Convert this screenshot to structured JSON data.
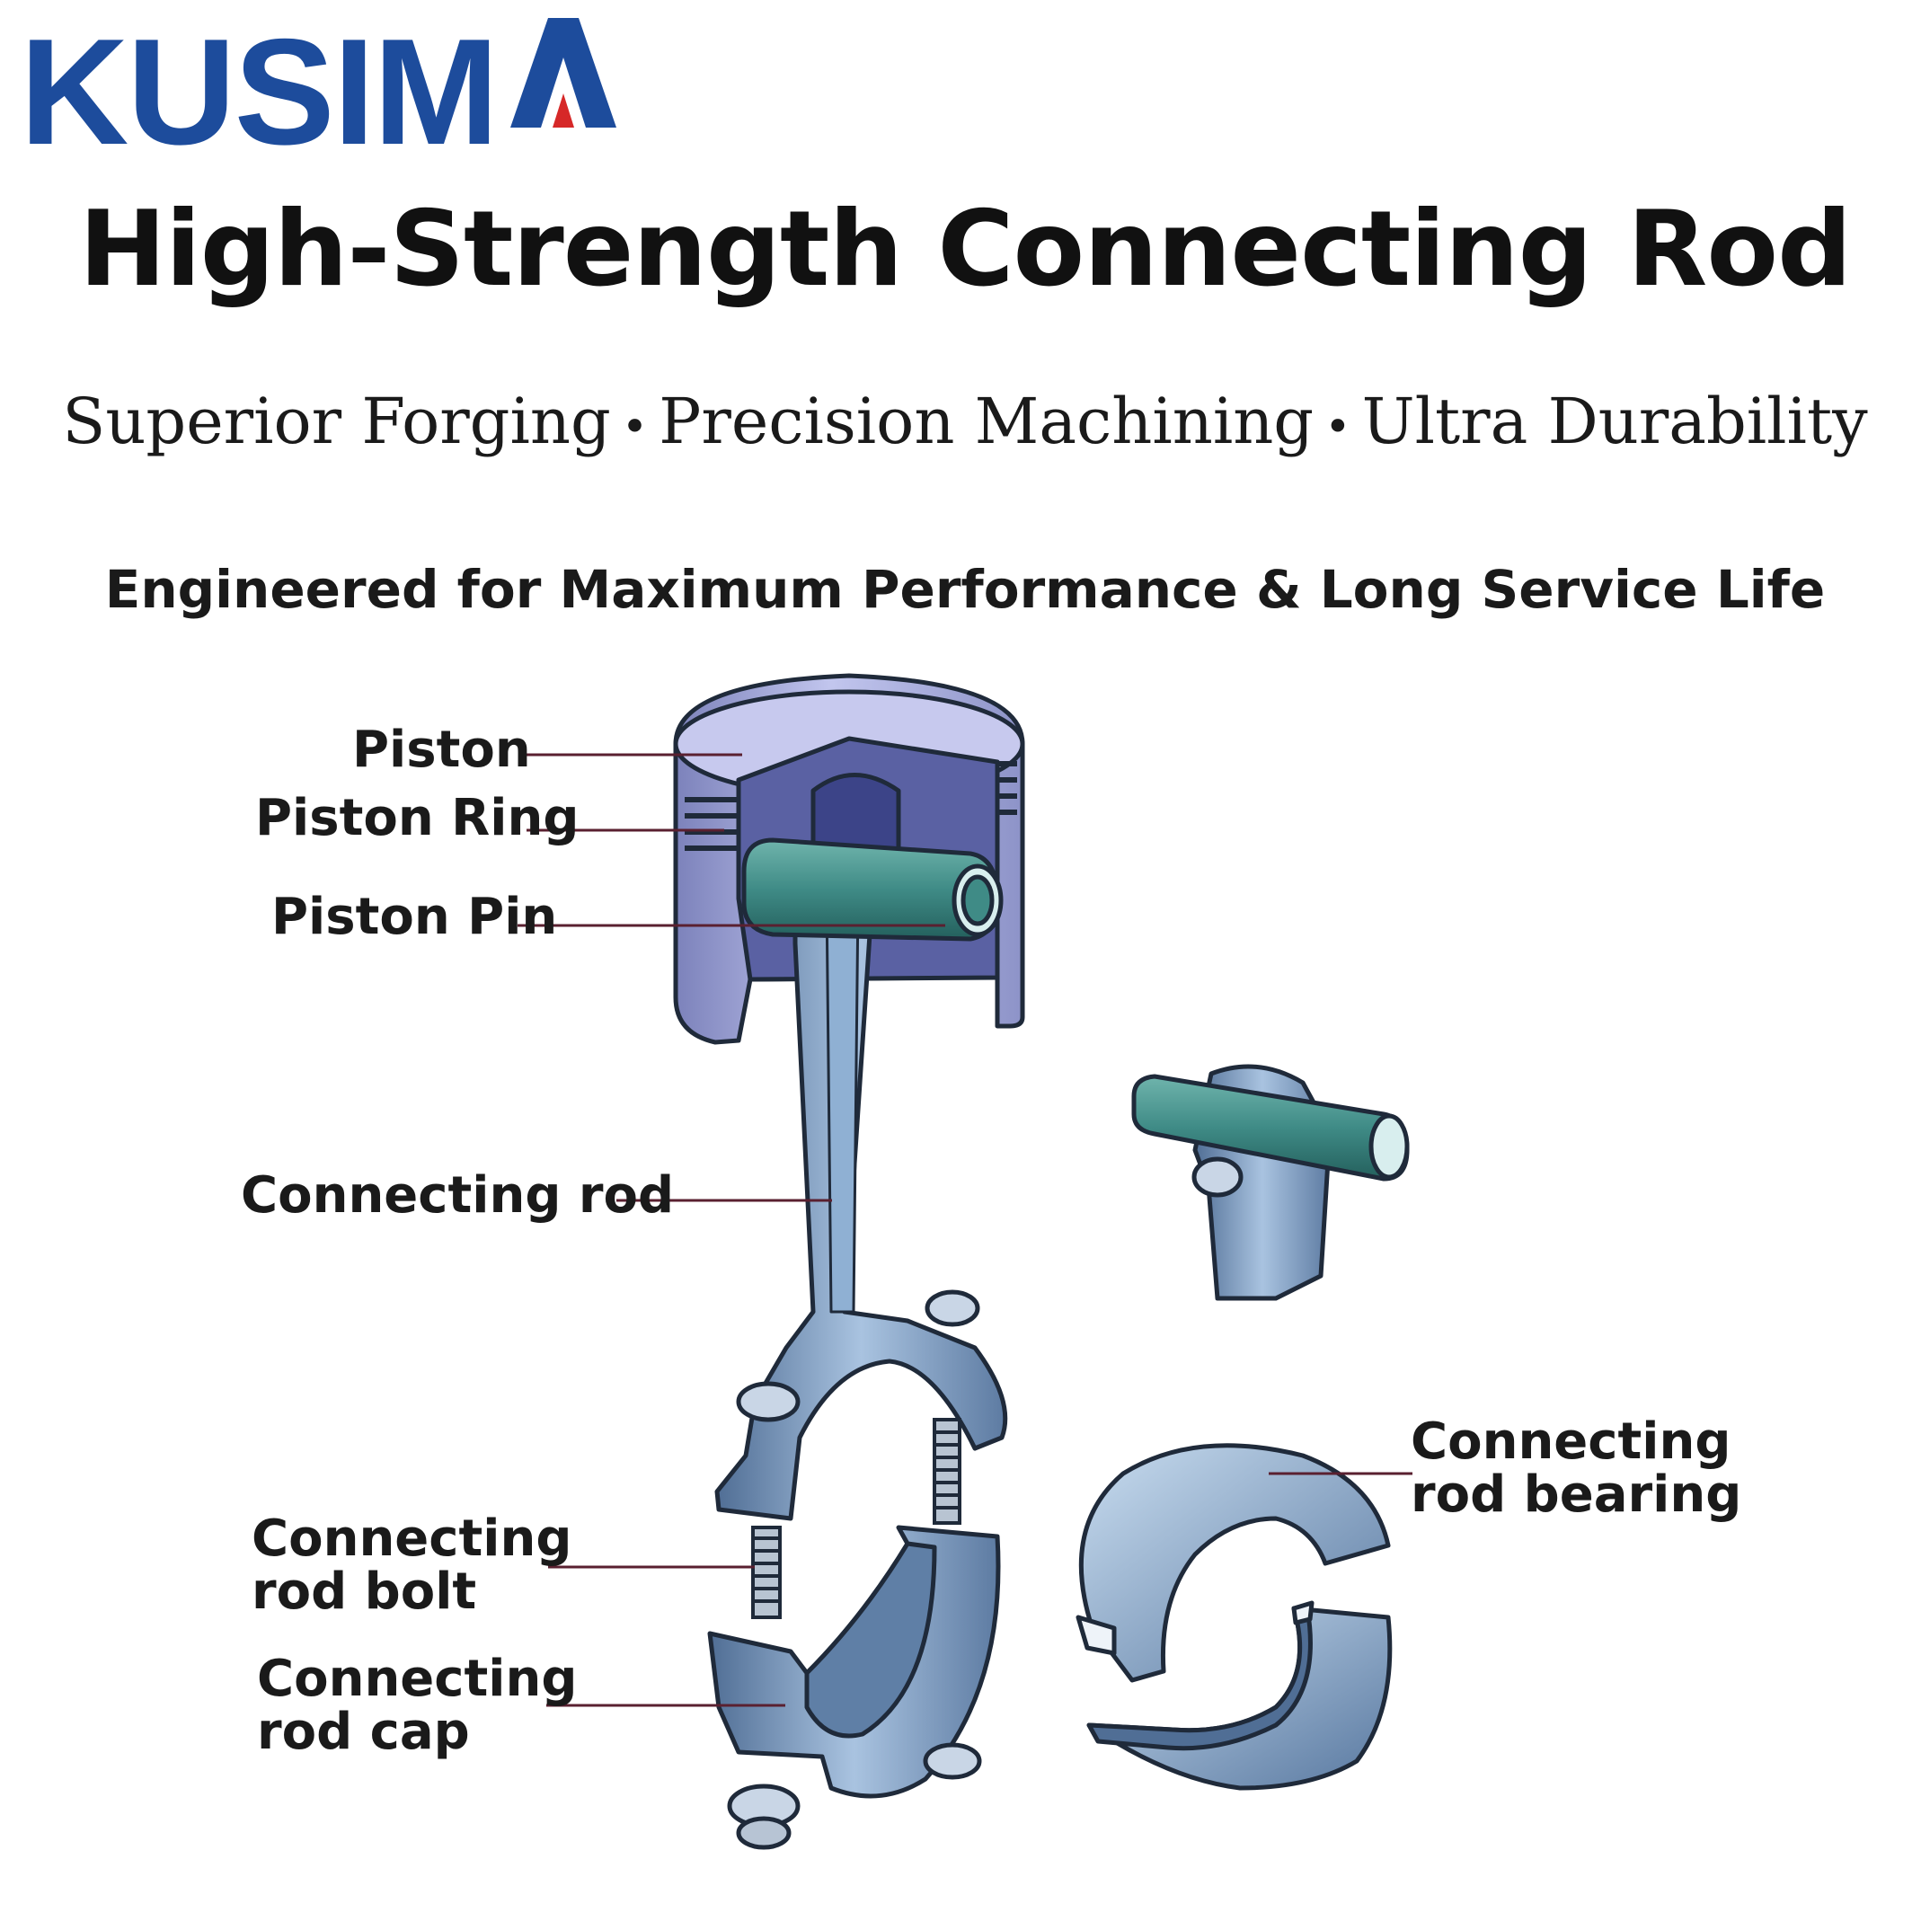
{
  "brand": {
    "logo_text": "KUSIM",
    "logo_last_letter": "A",
    "primary_color": "#1d4c9c",
    "accent_color": "#d62828"
  },
  "header": {
    "title": "High-Strength Connecting Rod",
    "features": [
      "Superior Forging",
      "Precision Machining",
      "Ultra Durability"
    ],
    "tagline": "Engineered for Maximum Performance & Long Service Life"
  },
  "diagram": {
    "labels": {
      "piston": "Piston",
      "piston_ring": "Piston Ring",
      "piston_pin": "Piston Pin",
      "connecting_rod": "Connecting rod",
      "rod_bolt": [
        "Connecting",
        "rod bolt"
      ],
      "rod_cap": [
        "Connecting",
        "rod cap"
      ],
      "rod_bearing": [
        "Connecting",
        "rod bearing"
      ]
    },
    "colors": {
      "piston": "#b9bde6",
      "rod": "#7f9bbf",
      "pin": "#3f8b86",
      "outline": "#1f2a3a",
      "leader": "#5a2030"
    }
  }
}
